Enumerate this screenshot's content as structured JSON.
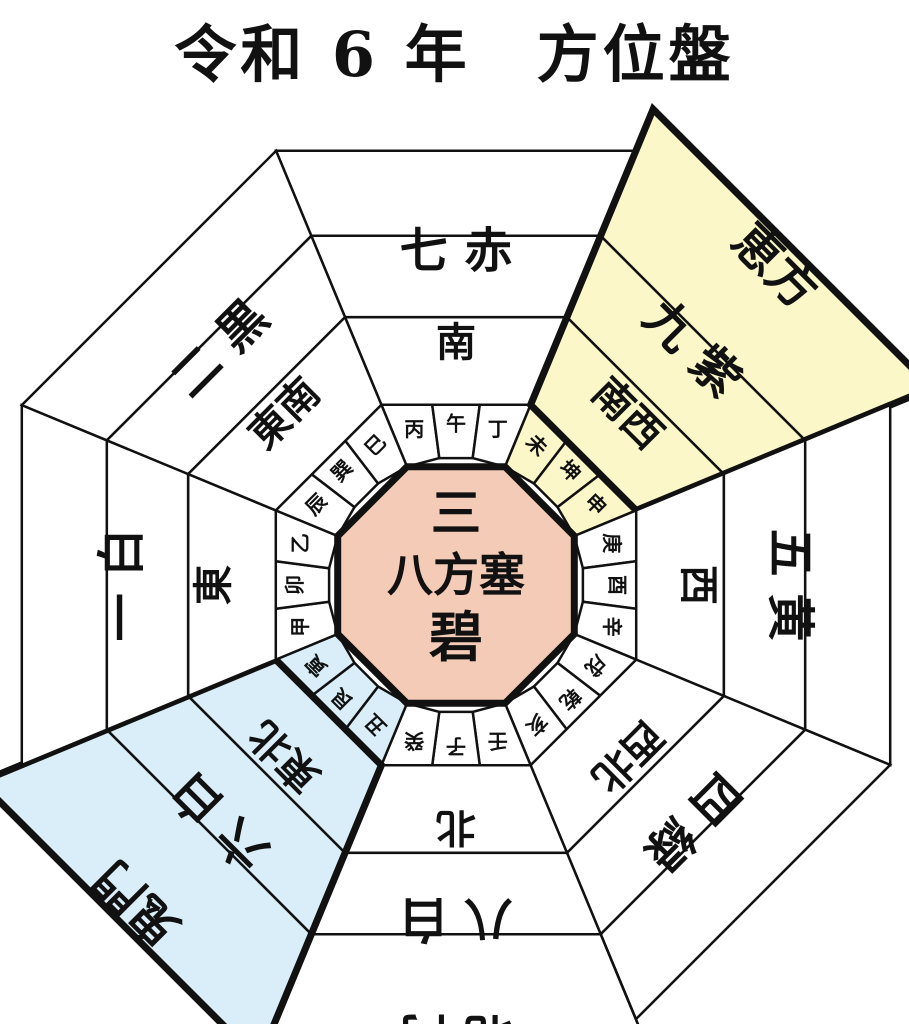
{
  "title": "令和 6 年　方位盤",
  "colors": {
    "ehou": "#FBF7C9",
    "kimon": "#D9EEF8",
    "center": "#F4CBB6",
    "line": "#111111"
  },
  "center": {
    "star": "三",
    "tag": "八方塞",
    "color_name": "碧"
  },
  "directions": [
    {
      "key": "S",
      "dir": "南",
      "star": "七 赤",
      "outer": "",
      "stems": [
        "丙",
        "午",
        "丁"
      ],
      "fill": "white"
    },
    {
      "key": "SW",
      "dir": "南西",
      "star": "九 紫",
      "outer": "恵方",
      "stems": [
        "未",
        "坤",
        "申"
      ],
      "fill": "ehou"
    },
    {
      "key": "W",
      "dir": "西",
      "star": "五 黄",
      "outer": "",
      "stems": [
        "庚",
        "酉",
        "辛"
      ],
      "fill": "white"
    },
    {
      "key": "NW",
      "dir": "西北",
      "star": "四 緑",
      "outer": "",
      "stems": [
        "戌",
        "乾",
        "亥"
      ],
      "fill": "white"
    },
    {
      "key": "N",
      "dir": "北",
      "star": "八 白",
      "outer": "北 門",
      "stems": [
        "壬",
        "子",
        "癸"
      ],
      "fill": "white"
    },
    {
      "key": "NE",
      "dir": "東北",
      "star": "六 白",
      "outer": "鬼門",
      "stems": [
        "丑",
        "艮",
        "寅"
      ],
      "fill": "kimon"
    },
    {
      "key": "E",
      "dir": "東",
      "star": "一 白",
      "outer": "",
      "stems": [
        "甲",
        "卯",
        "乙"
      ],
      "fill": "white"
    },
    {
      "key": "SE",
      "dir": "東南",
      "star": "二 黒",
      "outer": "",
      "stems": [
        "辰",
        "巽",
        "巳"
      ],
      "fill": "white"
    }
  ]
}
